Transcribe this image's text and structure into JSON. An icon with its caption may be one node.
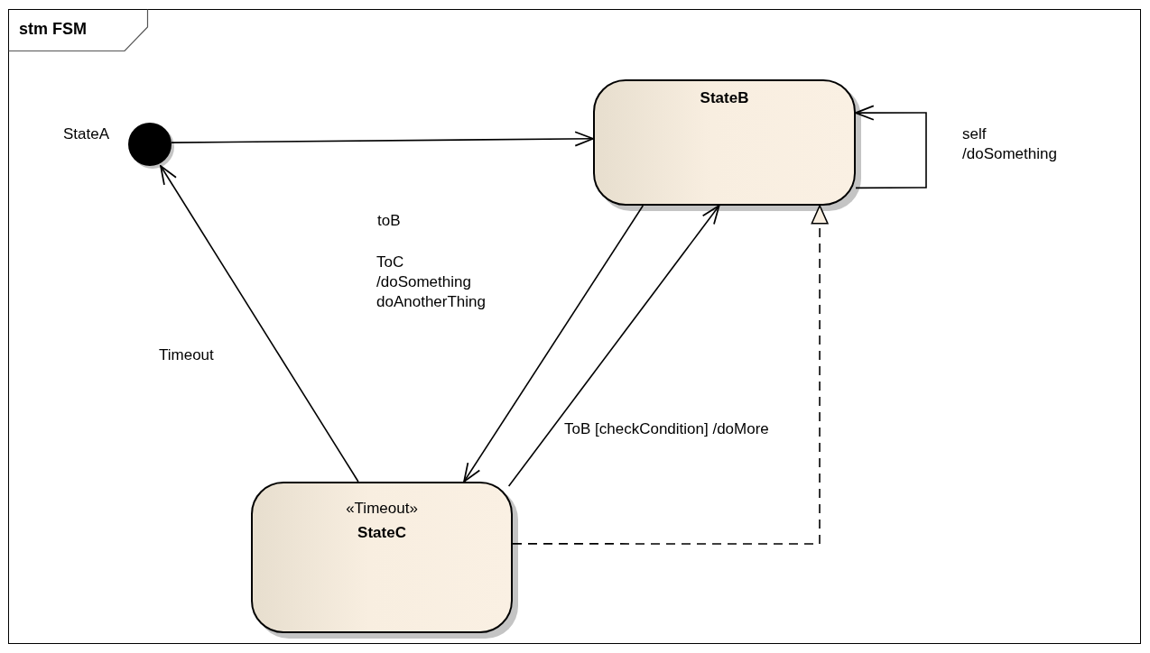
{
  "diagram": {
    "title": "stm FSM",
    "nodes": [
      {
        "text": [],
        "shape": "circle",
        "beside": [
          "StateA"
        ]
      },
      {
        "text": [
          "StateB"
        ]
      },
      {
        "text": [
          "«Timeout»",
          "StateC"
        ]
      }
    ],
    "edges": [
      {
        "from": 0,
        "to": 1,
        "arrow": "to",
        "label": "toB"
      },
      {
        "from": 1,
        "to": 1,
        "arrow": "to",
        "label": "self /doSomething"
      },
      {
        "from": 1,
        "to": 2,
        "arrow": "to",
        "label": "ToC /doSomething doAnotherThing"
      },
      {
        "from": 2,
        "to": 1,
        "arrow": "to",
        "label": "ToB [checkCondition] /doMore"
      },
      {
        "from": 2,
        "to": 0,
        "arrow": "to",
        "label": "Timeout"
      },
      {
        "from": 2,
        "to": 1,
        "arrow": "to",
        "style": "dashed"
      }
    ]
  }
}
